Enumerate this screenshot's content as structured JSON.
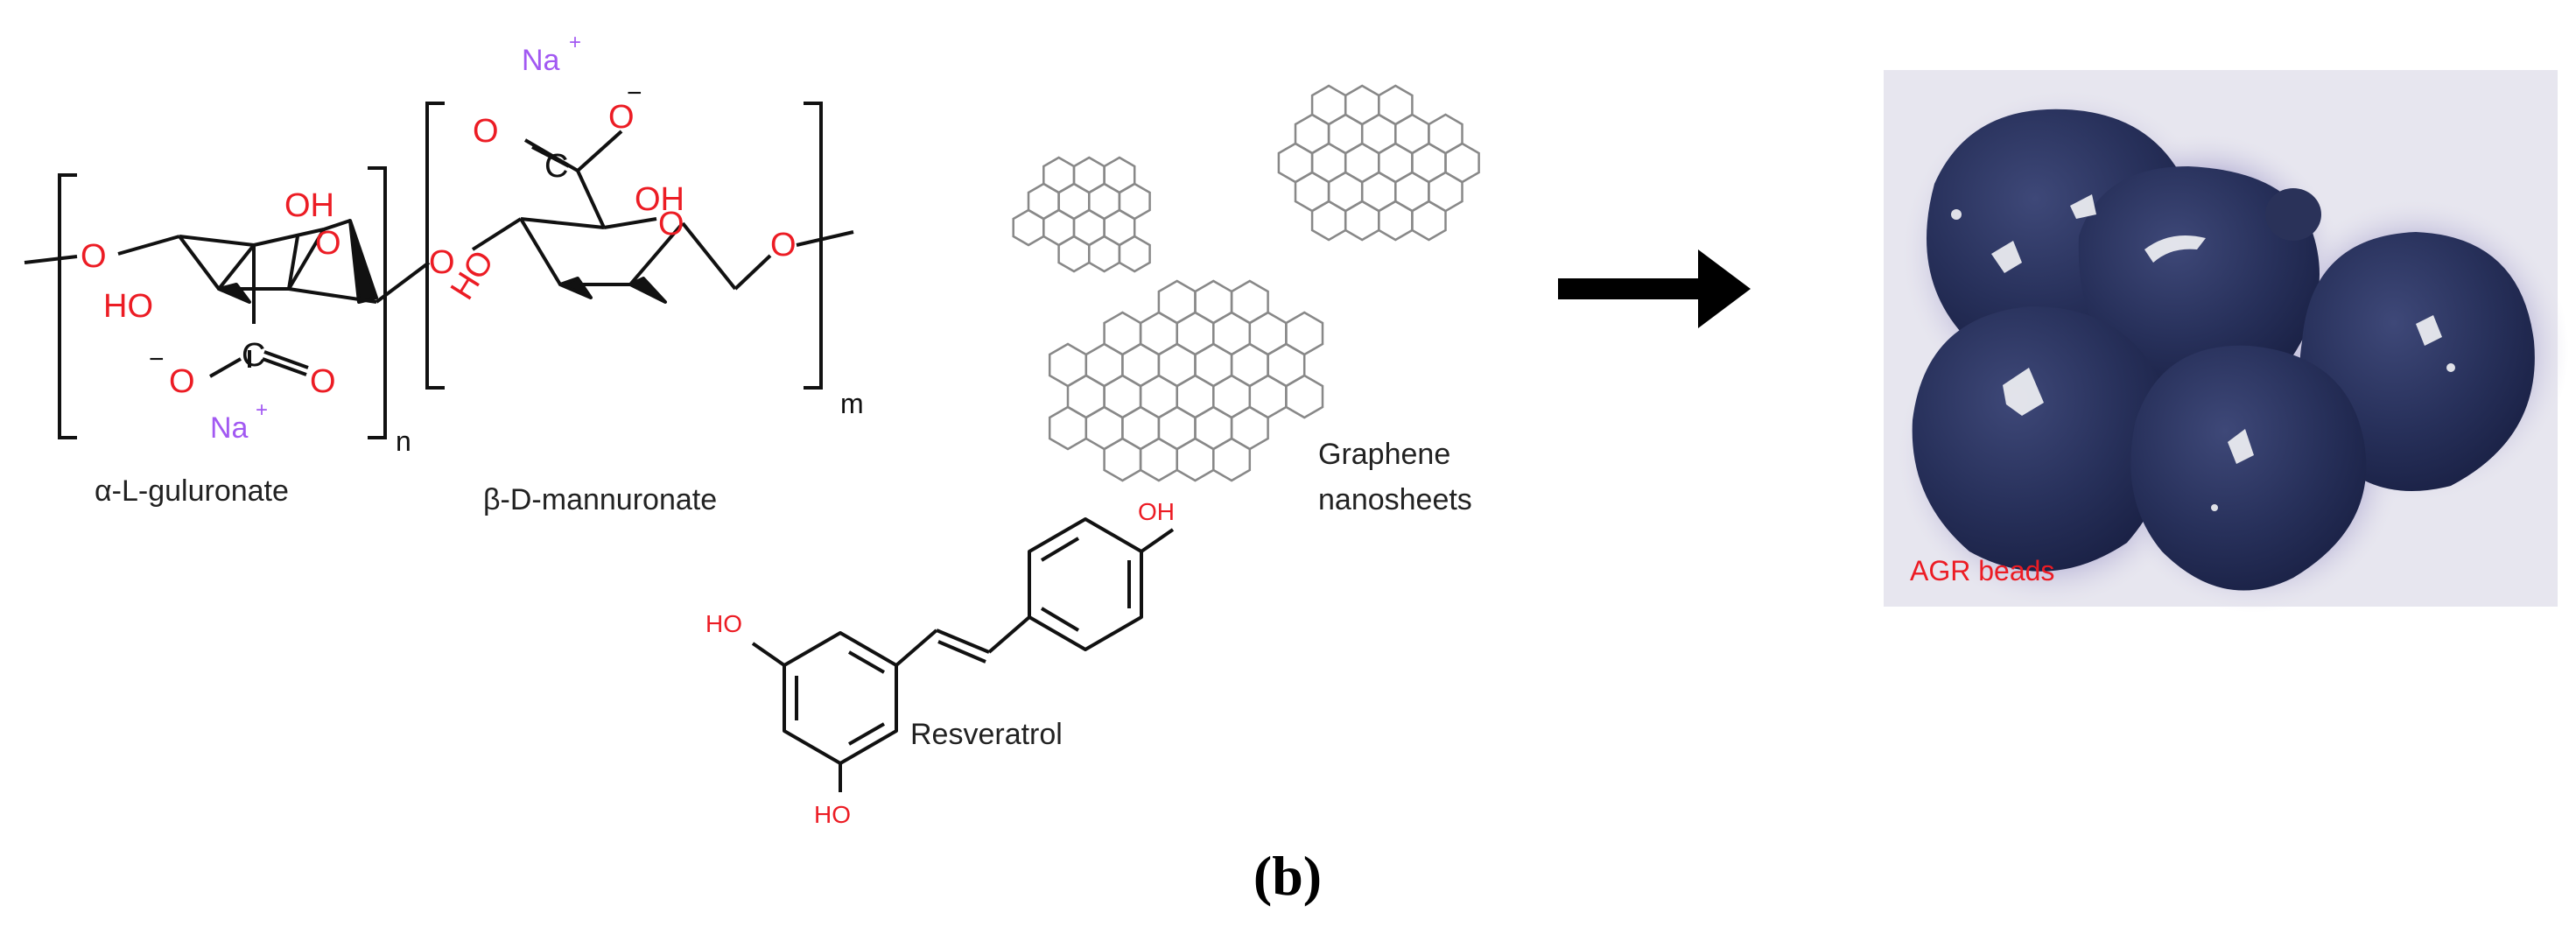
{
  "structures": {
    "alginate": {
      "guluronate_name": "α-L-guluronate",
      "mannuronate_name": "β-D-mannuronate",
      "subscript_n": "n",
      "subscript_m": "m",
      "atoms": {
        "O": "O",
        "OH": "OH",
        "HO": "HO",
        "C": "C",
        "Na": "Na",
        "plus": "+",
        "minus": "−"
      }
    },
    "graphene": {
      "label_line1": "Graphene",
      "label_line2": "nanosheets"
    },
    "resveratrol": {
      "label": "Resveratrol",
      "oh_right": "OH",
      "ho_left": "HO",
      "ho_bottom": "HO"
    }
  },
  "photo": {
    "label": "AGR beads"
  },
  "panel_label": "(b)",
  "colors": {
    "oxygen_red": "#ec1c24",
    "sodium_purple": "#a259f2",
    "bond_black": "#111111",
    "graphene_gray": "#888888",
    "bead_blue": "#2c3560",
    "photo_bg": "#e7e6ef",
    "arrow_black": "#000000"
  }
}
